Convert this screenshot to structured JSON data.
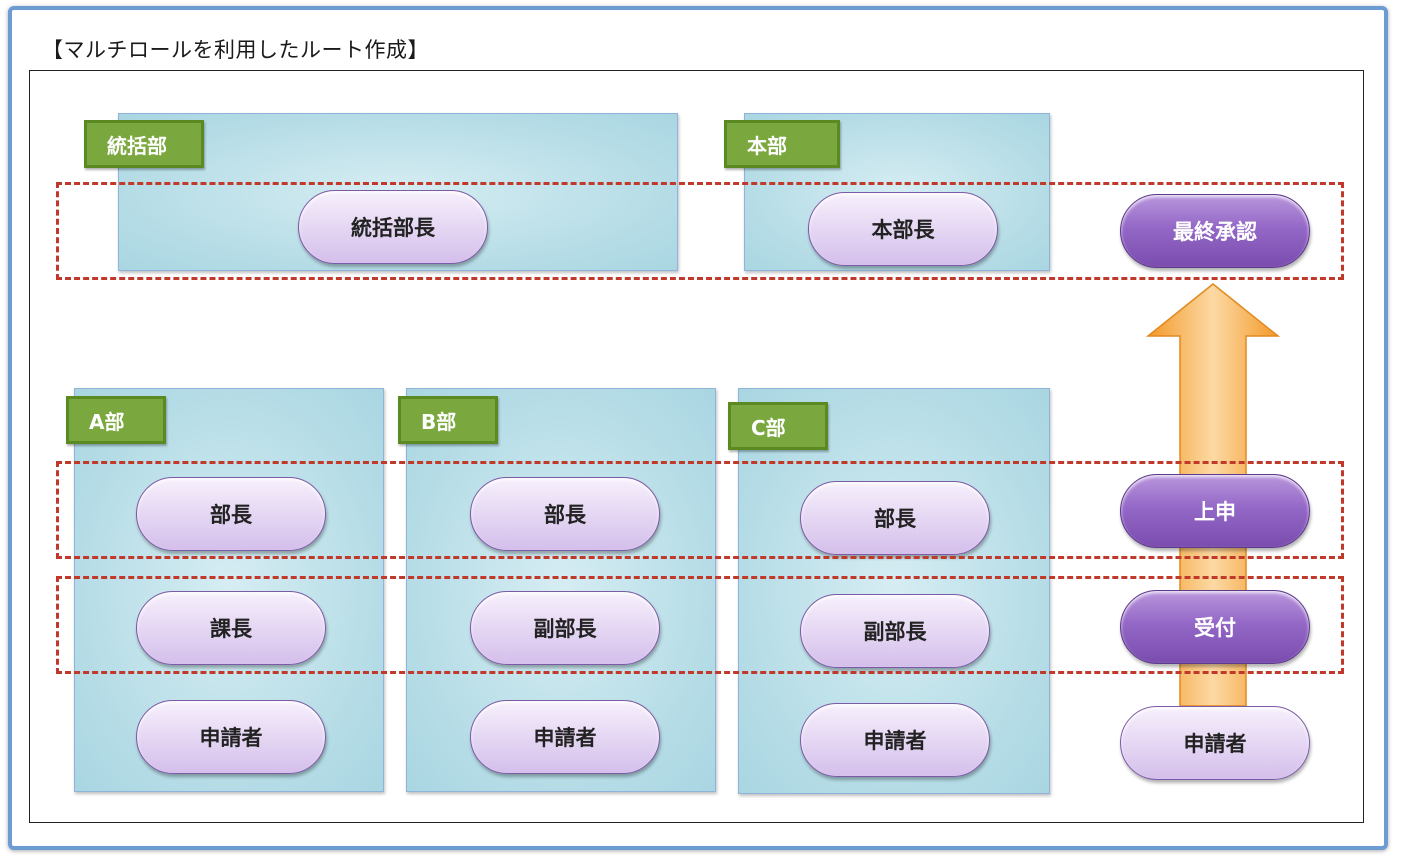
{
  "title": "【マルチロールを利用したルート作成】",
  "departments": {
    "tokatsu": {
      "tag": "統括部",
      "roles": [
        "統括部長"
      ]
    },
    "honbu": {
      "tag": "本部",
      "roles": [
        "本部長"
      ]
    },
    "a": {
      "tag": "A部",
      "roles": [
        "部長",
        "課長",
        "申請者"
      ]
    },
    "b": {
      "tag": "B部",
      "roles": [
        "部長",
        "副部長",
        "申請者"
      ]
    },
    "c": {
      "tag": "C部",
      "roles": [
        "部長",
        "副部長",
        "申請者"
      ]
    }
  },
  "flow": {
    "steps": [
      "最終承認",
      "上申",
      "受付",
      "申請者"
    ],
    "arrow_color": "#f5a33a"
  },
  "colors": {
    "dept_fill": "#b5dce6",
    "tag_fill": "#7aa83e",
    "pill_fill": "#e9dcf5",
    "pill_dark_fill": "#9468c7",
    "dash": "#c0392b",
    "frame": "#6f9bd3"
  }
}
